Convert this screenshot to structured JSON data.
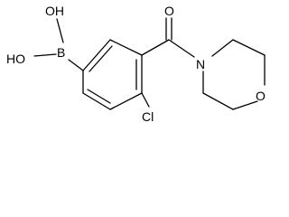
{
  "molecule": {
    "labels": {
      "hydroxyl_top": "OH",
      "hydroxyl_left": "HO",
      "boron": "B",
      "carbonyl_oxygen": "O",
      "amide_nitrogen": "N",
      "ring_oxygen": "O",
      "chlorine": "Cl"
    }
  }
}
